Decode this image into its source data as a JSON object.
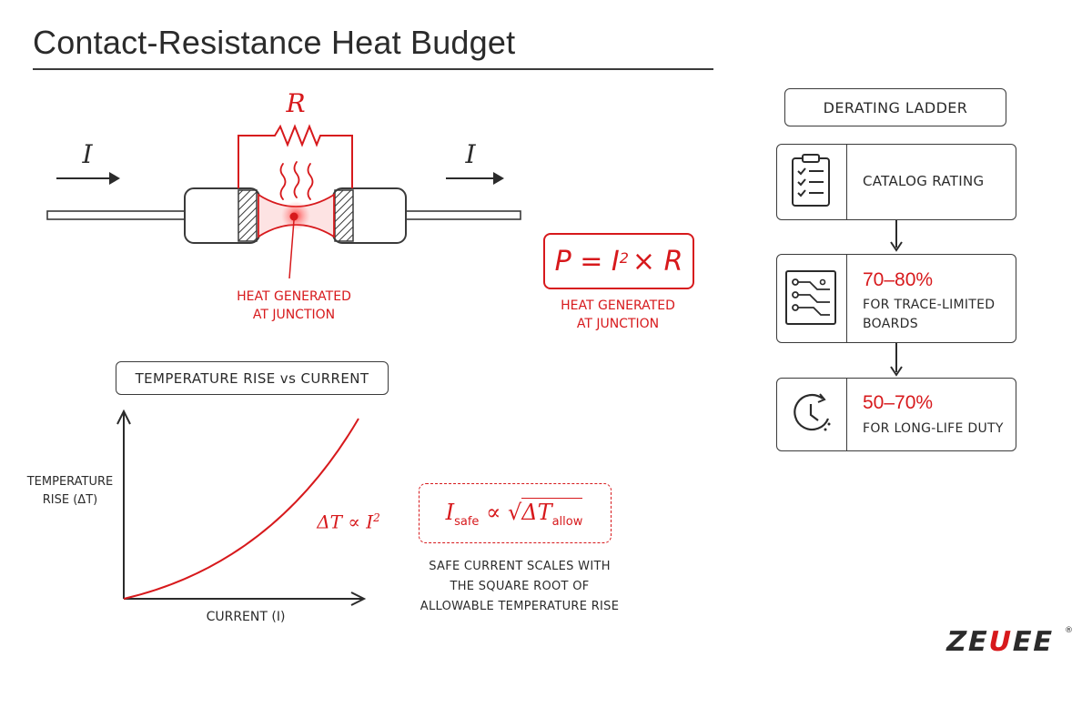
{
  "title": "Contact-Resistance Heat Budget",
  "circuit": {
    "current_left": "I",
    "current_right": "I",
    "resistor": "R",
    "junction_label_line1": "HEAT GENERATED",
    "junction_label_line2": "AT JUNCTION"
  },
  "power_formula": {
    "lhs": "P = I",
    "exponent": "2",
    "rhs": "× R",
    "caption_line1": "HEAT GENERATED",
    "caption_line2": "AT JUNCTION"
  },
  "graph": {
    "title": "TEMPERATURE RISE vs CURRENT",
    "ylabel_line1": "TEMPERATURE",
    "ylabel_line2": "RISE (ΔT)",
    "xlabel": "CURRENT (I)",
    "relation": "ΔT ∝ I",
    "relation_exp": "2"
  },
  "safe_current": {
    "formula_lhs": "I",
    "formula_sub": "safe",
    "formula_prop": "∝",
    "formula_radicand": "ΔT",
    "formula_radicand_sub": "allow",
    "caption_line1": "SAFE CURRENT SCALES WITH",
    "caption_line2": "THE SQUARE ROOT OF",
    "caption_line3": "ALLOWABLE TEMPERATURE RISE"
  },
  "derating": {
    "header": "DERATING LADDER",
    "steps": [
      {
        "icon": "clipboard-checklist-icon",
        "value": "",
        "label": "CATALOG RATING"
      },
      {
        "icon": "circuit-board-icon",
        "value": "70–80%",
        "label_line1": "FOR TRACE-LIMITED",
        "label_line2": "BOARDS"
      },
      {
        "icon": "clock-icon",
        "value": "50–70%",
        "label_line1": "FOR LONG-LIFE DUTY"
      }
    ]
  },
  "brand": {
    "logo_a": "ZE",
    "logo_b": "U",
    "logo_c": "EE",
    "registered": "®"
  },
  "colors": {
    "accent": "#d7191c",
    "ink": "#2b2b2b"
  }
}
